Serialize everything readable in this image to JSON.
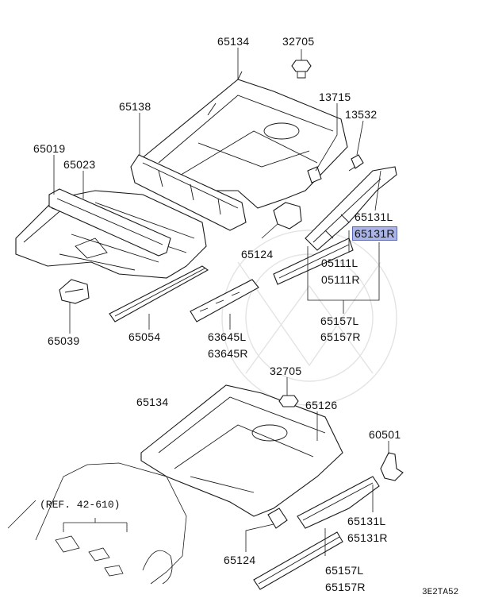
{
  "diagram": {
    "code": "3E2TA52",
    "ref_note": "(REF. 42-610)",
    "colors": {
      "line": "#1a1a1a",
      "highlight": "#aab4e6",
      "highlight_border": "#5b66b0"
    },
    "labels": {
      "l65134a": "65134",
      "l32705a": "32705",
      "l65138": "65138",
      "l13715": "13715",
      "l13532": "13532",
      "l65019": "65019",
      "l65023": "65023",
      "l65131La": "65131L",
      "l65131Ra": "65131R",
      "l65124a": "65124",
      "l05111L": "05111L",
      "l05111R": "05111R",
      "l65039": "65039",
      "l65054": "65054",
      "l63645L": "63645L",
      "l63645R": "63645R",
      "l65157La": "65157L",
      "l65157Ra": "65157R",
      "l32705b": "32705",
      "l65134b": "65134",
      "l65126": "65126",
      "l60501": "60501",
      "l65131Lb": "65131L",
      "l65131Rb": "65131R",
      "l65124b": "65124",
      "l65157Lb": "65157L",
      "l65157Rb": "65157R"
    }
  }
}
